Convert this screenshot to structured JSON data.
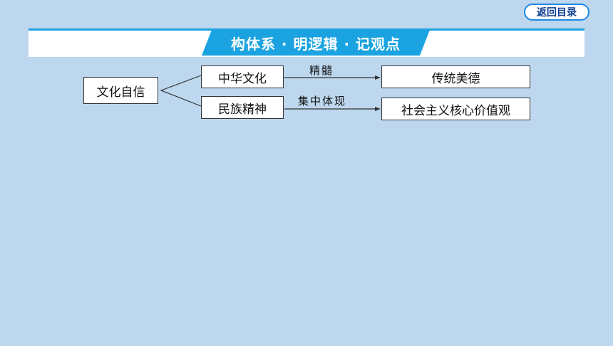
{
  "nav": {
    "back_label": "返回目录"
  },
  "banner": {
    "title": "构体系 · 明逻辑 · 记观点"
  },
  "diagram": {
    "root": "文化自信",
    "branch_top": "中华文化",
    "branch_bottom": "民族精神",
    "edge_top_label": "精髓",
    "edge_bottom_label": "集中体现",
    "target_top": "传统美德",
    "target_bottom": "社会主义核心价值观"
  },
  "colors": {
    "background": "#bdd7ee",
    "accent_blue": "#1aa3e0",
    "button_border": "#1e88e5"
  }
}
